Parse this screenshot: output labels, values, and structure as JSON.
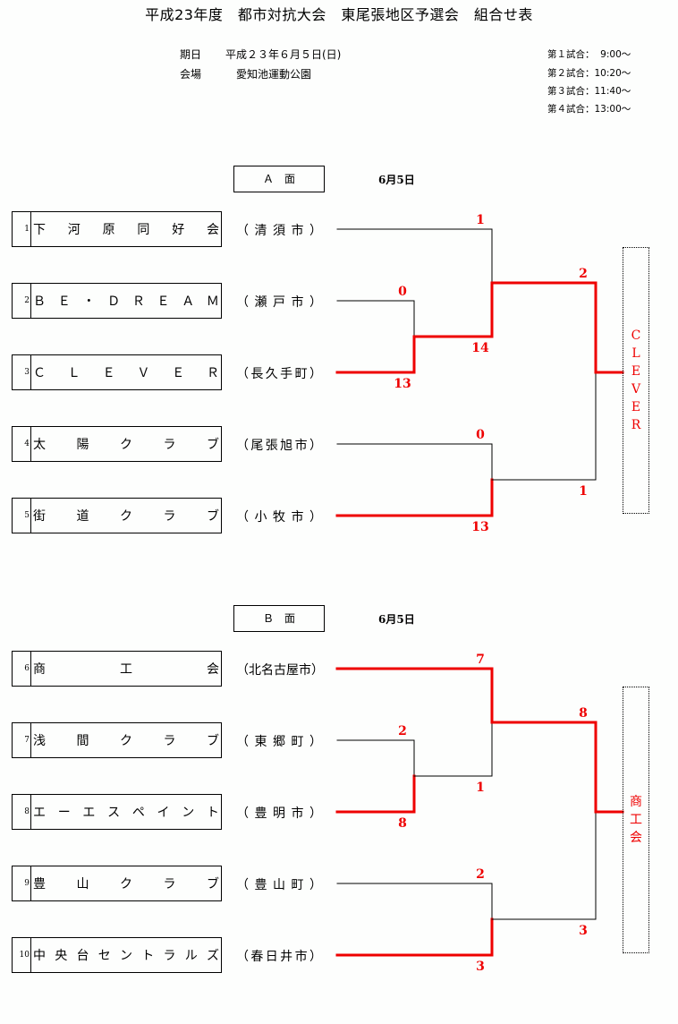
{
  "title": "平成23年度　都市対抗大会　東尾張地区予選会　組合せ表",
  "info": {
    "date_label": "期日",
    "date_value": "平成２３年６月５日(日)",
    "venue_label": "会場",
    "venue_value": "愛知池運動公園"
  },
  "schedule": [
    "第１試合：  9:00～",
    "第２試合：10:20～",
    "第３試合：11:40～",
    "第４試合：13:00～"
  ],
  "colors": {
    "winner_line": "#ee0000",
    "loser_line": "#000000"
  },
  "courts": [
    {
      "name": "Ａ　面",
      "date": "6月5日",
      "teams": [
        {
          "num": "1",
          "name": [
            "下",
            "河",
            "原",
            "同",
            "好",
            "会"
          ],
          "city": [
            "（",
            "清",
            "須",
            "市",
            "）"
          ]
        },
        {
          "num": "2",
          "name": [
            "Ｂ",
            "Ｅ",
            "・",
            "Ｄ",
            "Ｒ",
            "Ｅ",
            "Ａ",
            "Ｍ"
          ],
          "city": [
            "（",
            "瀬",
            "戸",
            "市",
            "）"
          ]
        },
        {
          "num": "3",
          "name": [
            "Ｃ",
            "Ｌ",
            "Ｅ",
            "Ｖ",
            "Ｅ",
            "Ｒ"
          ],
          "city": [
            "（",
            "長",
            "久",
            "手",
            "町",
            "）"
          ]
        },
        {
          "num": "4",
          "name": [
            "太",
            "陽",
            "ク",
            "ラ",
            "ブ"
          ],
          "city": [
            "（",
            "尾",
            "張",
            "旭",
            "市",
            "）"
          ]
        },
        {
          "num": "5",
          "name": [
            "街",
            "道",
            "ク",
            "ラ",
            "ブ"
          ],
          "city": [
            "（",
            "小",
            "牧",
            "市",
            "）"
          ]
        }
      ],
      "matches": [
        {
          "round": 1,
          "top_team": 2,
          "bottom_team": 3,
          "top_score": "0",
          "bottom_score": "13",
          "winner": "bottom"
        },
        {
          "round": 1,
          "top_team": 4,
          "bottom_team": 5,
          "top_score": "0",
          "bottom_score": "13",
          "winner": "bottom"
        },
        {
          "round": 2,
          "top_team": 1,
          "bottom_team": "winner(2v3)",
          "top_score": "1",
          "bottom_score": "14",
          "winner": "bottom"
        },
        {
          "round": 3,
          "top_team": "winner(1 v ...)",
          "bottom_team": "winner(4v5)",
          "top_score": "2",
          "bottom_score": "1",
          "winner": "top"
        }
      ],
      "champion": [
        "C",
        "L",
        "E",
        "V",
        "E",
        "R"
      ]
    },
    {
      "name": "Ｂ　面",
      "date": "6月5日",
      "teams": [
        {
          "num": "6",
          "name": [
            "商",
            "工",
            "会"
          ],
          "city": [
            "（",
            "北",
            "名",
            "古",
            "屋",
            "市",
            "）"
          ]
        },
        {
          "num": "7",
          "name": [
            "浅",
            "間",
            "ク",
            "ラ",
            "ブ"
          ],
          "city": [
            "（",
            "東",
            "郷",
            "町",
            "）"
          ]
        },
        {
          "num": "8",
          "name": [
            "エ",
            "ー",
            "エ",
            "ス",
            "ペ",
            "イ",
            "ン",
            "ト"
          ],
          "city": [
            "（",
            "豊",
            "明",
            "市",
            "）"
          ]
        },
        {
          "num": "9",
          "name": [
            "豊",
            "山",
            "ク",
            "ラ",
            "ブ"
          ],
          "city": [
            "（",
            "豊",
            "山",
            "町",
            "）"
          ]
        },
        {
          "num": "10",
          "name": [
            "中",
            "央",
            "台",
            "セ",
            "ン",
            "ト",
            "ラ",
            "ル",
            "ズ"
          ],
          "city": [
            "（",
            "春",
            "日",
            "井",
            "市",
            "）"
          ]
        }
      ],
      "matches": [
        {
          "round": 1,
          "top_team": 7,
          "bottom_team": 8,
          "top_score": "2",
          "bottom_score": "8",
          "winner": "bottom"
        },
        {
          "round": 1,
          "top_team": 9,
          "bottom_team": 10,
          "top_score": "2",
          "bottom_score": "3",
          "winner": "bottom"
        },
        {
          "round": 2,
          "top_team": 6,
          "bottom_team": "winner(7v8)",
          "top_score": "7",
          "bottom_score": "1",
          "winner": "top"
        },
        {
          "round": 3,
          "top_team": "winner(6 v ...)",
          "bottom_team": "winner(9v10)",
          "top_score": "8",
          "bottom_score": "3",
          "winner": "top"
        }
      ],
      "champion": [
        "商",
        "工",
        "会"
      ]
    }
  ]
}
